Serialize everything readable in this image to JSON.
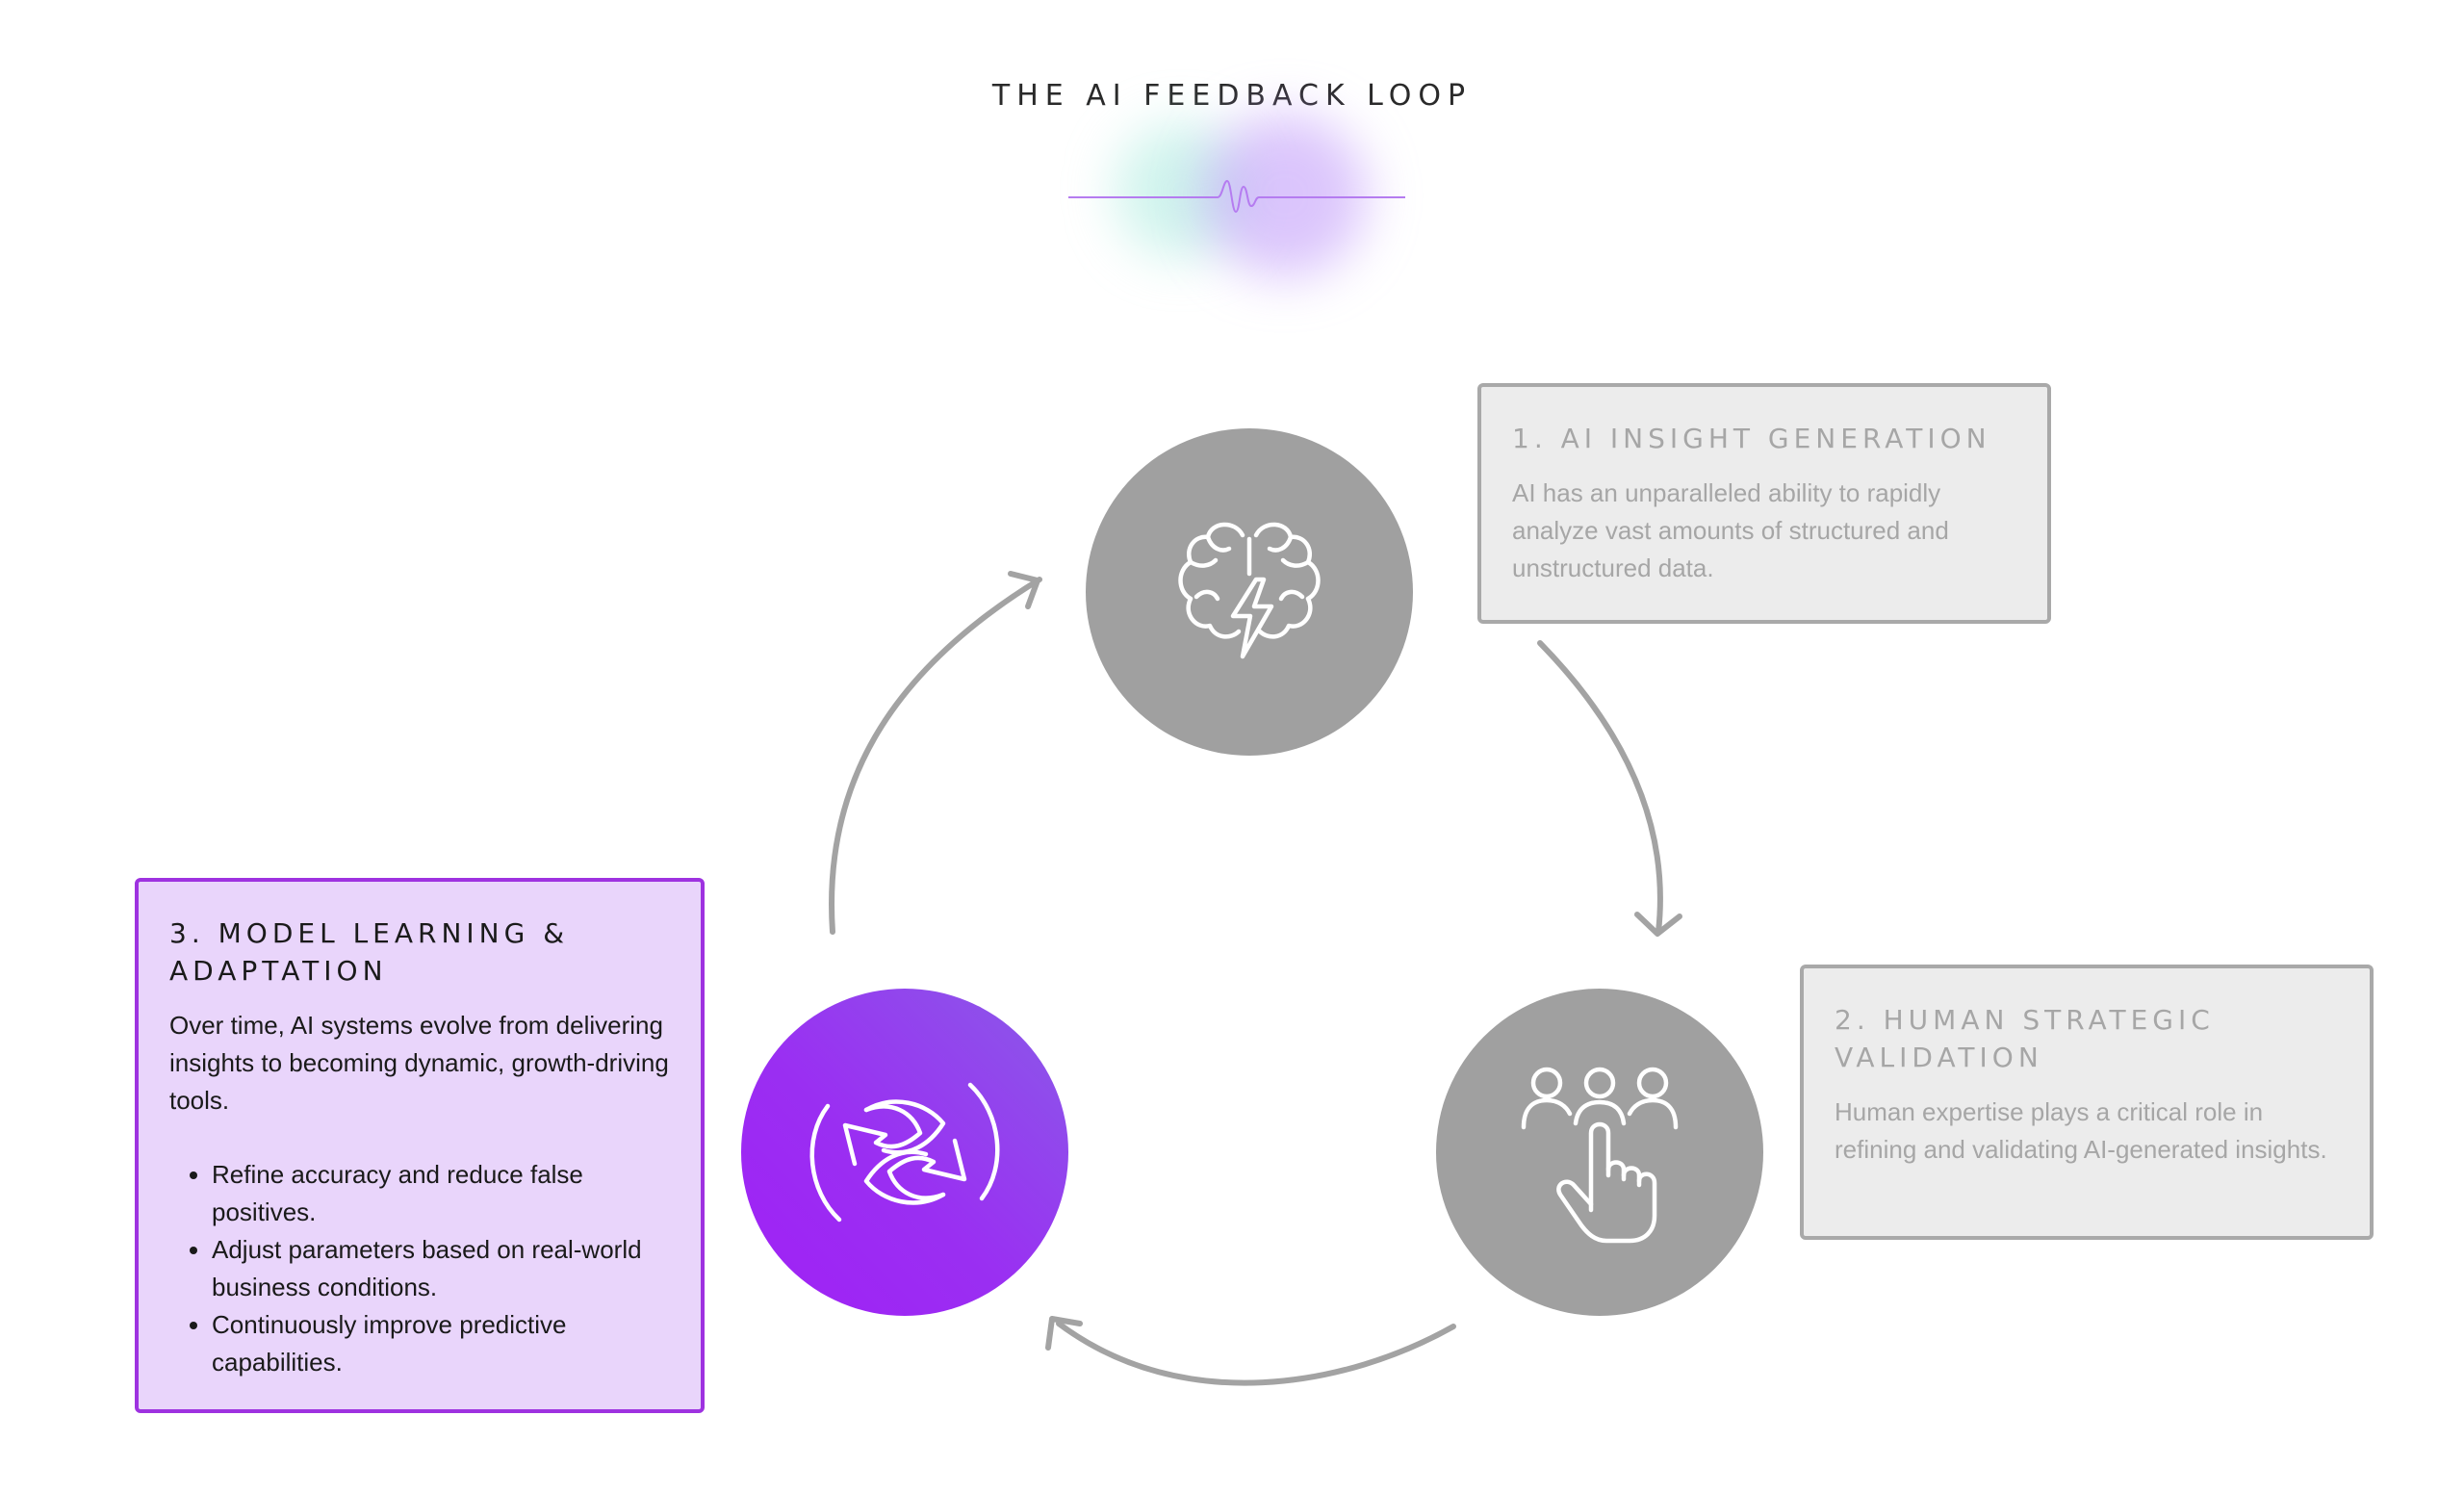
{
  "title": "THE AI FEEDBACK LOOP",
  "colors": {
    "node_grey": "#a0a0a0",
    "card_grey_bg": "#ececec",
    "card_grey_border": "#a9a9a9",
    "card_grey_text": "#a6a6a6",
    "accent_purple": "#9e32e0",
    "card_purple_bg": "#e9d5fb",
    "arrow": "#a3a3a3",
    "wave_line": "#b57cf0"
  },
  "stages": [
    {
      "heading": "1. AI INSIGHT GENERATION",
      "body": "AI has an unparalleled ability to rapidly analyze vast amounts of structured and unstructured data.",
      "icon": "brain-lightning-icon",
      "state": "inactive"
    },
    {
      "heading": "2. HUMAN STRATEGIC VALIDATION",
      "body": "Human expertise plays a critical role in refining and validating AI-generated insights.",
      "icon": "people-pointing-hand-icon",
      "state": "inactive"
    },
    {
      "heading": "3. MODEL LEARNING & ADAPTATION",
      "body": "Over time, AI systems evolve from delivering insights to becoming dynamic, growth-driving tools.",
      "bullets": [
        "Refine accuracy and reduce false positives.",
        "Adjust parameters based on real-world business conditions.",
        "Continuously improve predictive capabilities."
      ],
      "icon": "refresh-cycle-icon",
      "state": "active"
    }
  ]
}
